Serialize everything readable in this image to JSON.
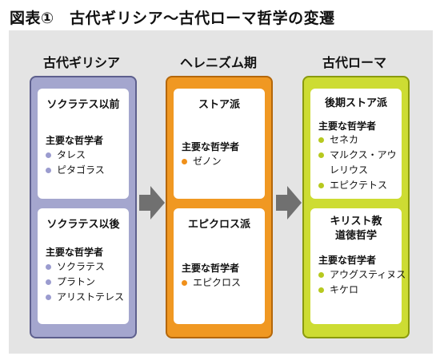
{
  "title": "図表①　古代ギリシア～古代ローマ哲学の変遷",
  "columns": [
    {
      "header": "古代ギリシア",
      "boxes": [
        {
          "heading": "ソクラテス以前",
          "label": "主要な哲学者",
          "items": [
            "タレス",
            "ピタゴラス"
          ]
        },
        {
          "heading": "ソクラテス以後",
          "label": "主要な哲学者",
          "items": [
            "ソクラテス",
            "プラトン",
            "アリストテレス"
          ]
        }
      ]
    },
    {
      "header": "ヘレニズム期",
      "boxes": [
        {
          "heading": "ストア派",
          "label": "主要な哲学者",
          "items": [
            "ゼノン"
          ]
        },
        {
          "heading": "エピクロス派",
          "label": "主要な哲学者",
          "items": [
            "エピクロス"
          ]
        }
      ]
    },
    {
      "header": "古代ローマ",
      "boxes": [
        {
          "heading": "後期ストア派",
          "label": "主要な哲学者",
          "items": [
            "セネカ",
            "マルクス・アウ",
            "レリウス",
            "エピクテトス"
          ]
        },
        {
          "heading_line1": "キリスト教",
          "heading_line2": "道徳哲学",
          "label": "主要な哲学者",
          "items": [
            "アウグスティヌス",
            "キケロ"
          ]
        }
      ]
    }
  ],
  "colors": {
    "panel": "#e4e4e4",
    "greek": "#a4a6ce",
    "hellenistic": "#f09822",
    "roman": "#cddc33",
    "arrow": "#707070"
  }
}
